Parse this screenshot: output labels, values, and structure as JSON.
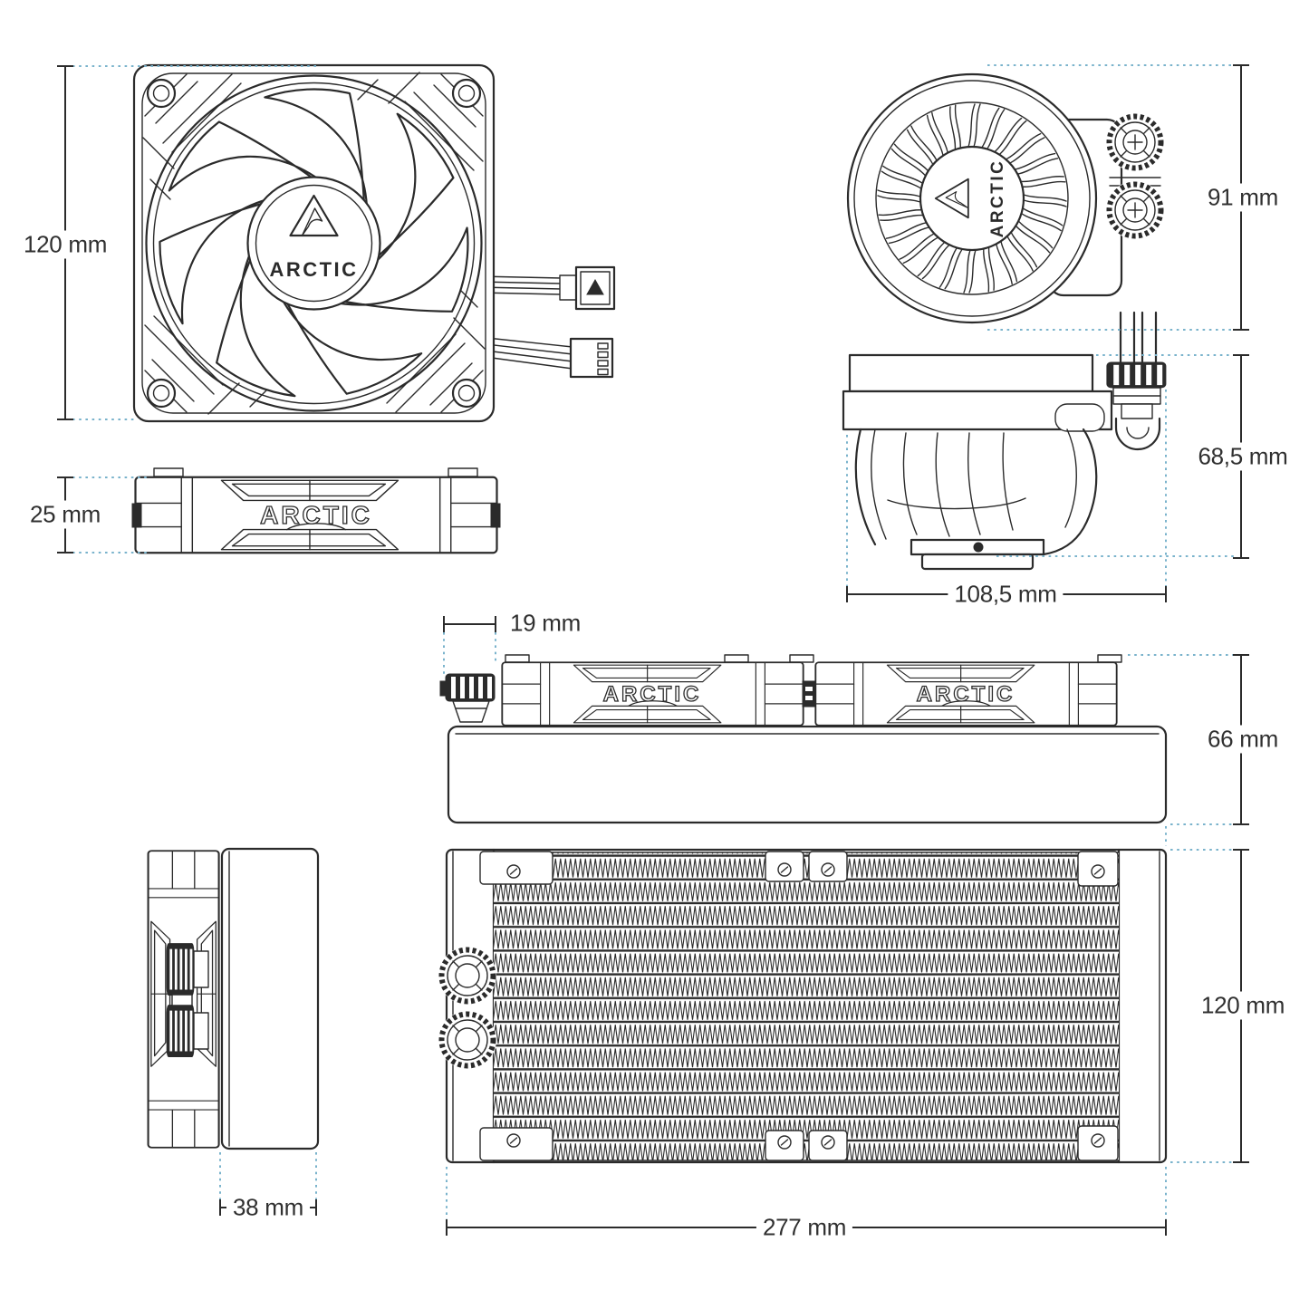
{
  "page": {
    "background": "#ffffff",
    "ink": "#2b2b2b",
    "extension_line_color": "#7ab3cc",
    "label_color": "#303030"
  },
  "brand": {
    "name": "ARCTIC"
  },
  "dimensions": {
    "fan_size": "120 mm",
    "fan_thickness": "25 mm",
    "pump_top_width": "91 mm",
    "pump_height": "68,5 mm",
    "pump_depth": "108,5 mm",
    "fitting_protrusion": "19 mm",
    "radiator_with_fans_height": "66 mm",
    "radiator_width": "120 mm",
    "radiator_thickness": "38 mm",
    "radiator_length": "277 mm"
  }
}
